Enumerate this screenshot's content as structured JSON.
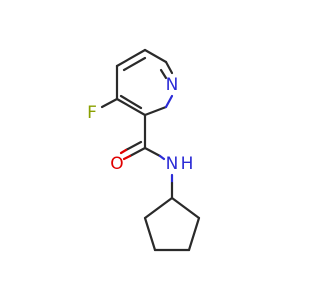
{
  "molecule": {
    "atoms": {
      "pyridine_n": {
        "label": "N",
        "color": "#2b2bd6"
      },
      "fluorine": {
        "label": "F",
        "color": "#8aa000"
      },
      "carbonyl_o": {
        "label": "O",
        "color": "#e00000"
      },
      "amide_nh": {
        "label": "N",
        "color": "#2b2bd6"
      },
      "amide_h": {
        "label": "H",
        "color": "#2b2bd6"
      }
    }
  }
}
